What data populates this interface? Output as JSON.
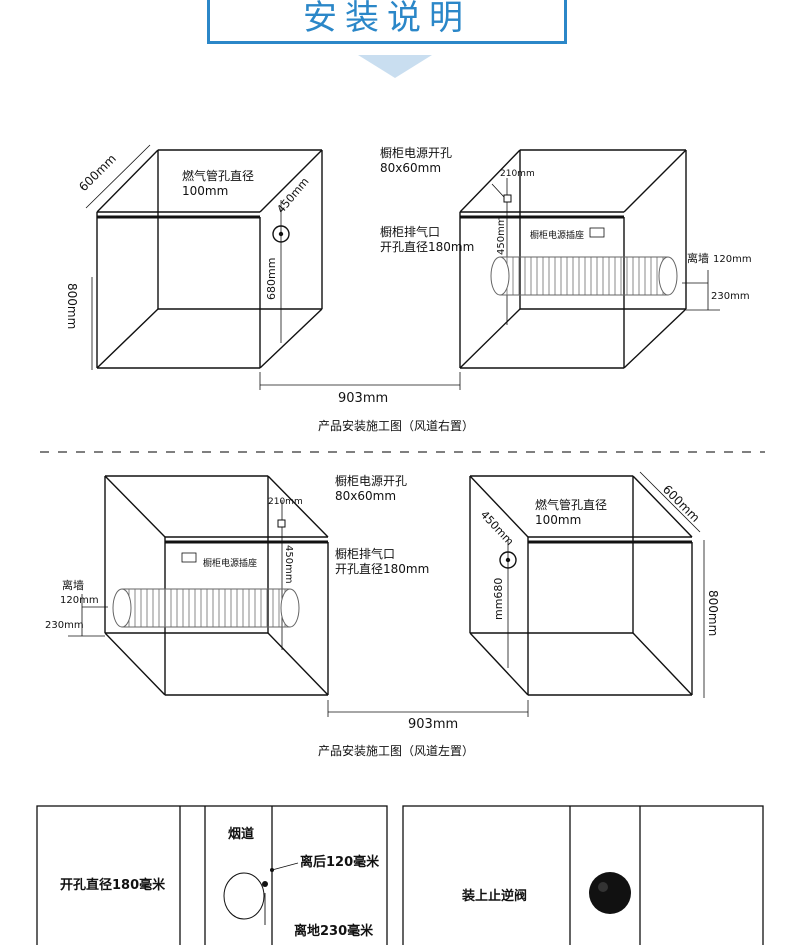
{
  "header": {
    "title": "安装说明"
  },
  "top": {
    "left_depth": "600mm",
    "left_height": "800mm",
    "left_gas_label": "燃气管孔直径",
    "left_gas_value": "100mm",
    "left_450": "450mm",
    "left_680": "680mm",
    "right_power_label": "橱柜电源开孔",
    "right_power_value": "80x60mm",
    "right_210": "210mm",
    "right_exhaust_label": "橱柜排气口",
    "right_exhaust_value": "开孔直径180mm",
    "right_450": "450mm",
    "right_socket": "橱柜电源插座",
    "right_wall_label": "离墙",
    "right_120": "120mm",
    "right_230": "230mm",
    "width": "903mm",
    "caption": "产品安装施工图（风道右置）"
  },
  "bottom": {
    "left_power_label": "橱柜电源开孔",
    "left_power_value": "80x60mm",
    "left_210": "210mm",
    "left_450": "450mm",
    "left_socket": "橱柜电源插座",
    "left_exhaust_label": "橱柜排气口",
    "left_exhaust_value": "开孔直径180mm",
    "left_wall_label": "离墙",
    "left_120": "120mm",
    "left_230": "230mm",
    "right_gas_label": "燃气管孔直径",
    "right_gas_value": "100mm",
    "right_depth": "600mm",
    "right_450": "450mm",
    "right_680": "mm680",
    "right_height": "800mm",
    "width": "903mm",
    "caption": "产品安装施工图（风道左置）"
  },
  "panels": {
    "p1_label": "开孔直径180毫米",
    "p2_title": "烟道",
    "p2_back": "离后120毫米",
    "p2_ground": "离地230毫米",
    "p3_label": "装上止逆阀"
  },
  "colors": {
    "accent": "#2b87c8",
    "arrow": "#c9def0",
    "line": "#111111"
  }
}
